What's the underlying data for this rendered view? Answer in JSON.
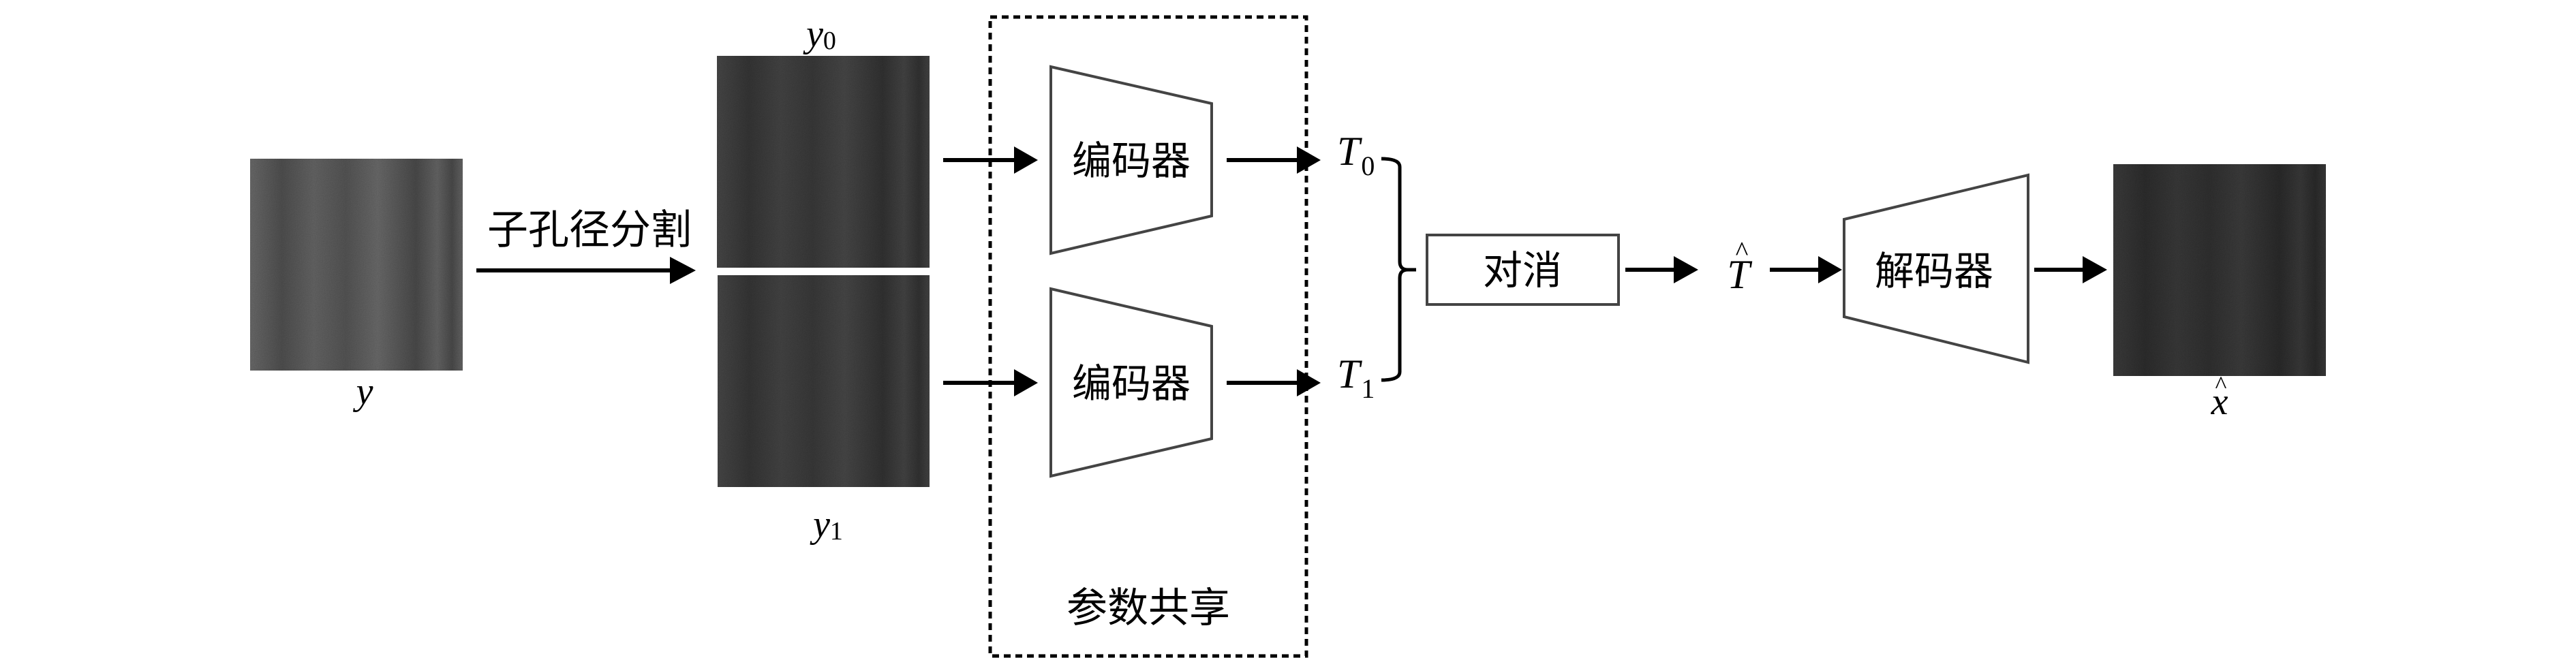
{
  "diagram": {
    "title": "Sub-aperture split self-supervised despeckling pipeline",
    "images": {
      "input": {
        "label": "y",
        "tone": "#6e6e6e"
      },
      "sub0": {
        "label": "y",
        "subscript": "0",
        "tone": "#4a4a4a"
      },
      "sub1": {
        "label": "y",
        "subscript": "1",
        "tone": "#4a4a4a"
      },
      "output": {
        "label": "x",
        "accent": "^",
        "tone": "#3e3e3e"
      }
    },
    "split_arrow_label": "子孔径分割",
    "encoder_label": "编码器",
    "encoder_upper_output": {
      "label": "T",
      "subscript": "0"
    },
    "encoder_lower_output": {
      "label": "T",
      "subscript": "1"
    },
    "shared_group_label": "参数共享",
    "cancel_block_label": "对消",
    "cancel_output": {
      "label": "T",
      "accent": "^"
    },
    "decoder_label": "解码器",
    "colors": {
      "block_stroke": "#444444",
      "arrow": "#000000",
      "background": "#ffffff"
    }
  }
}
